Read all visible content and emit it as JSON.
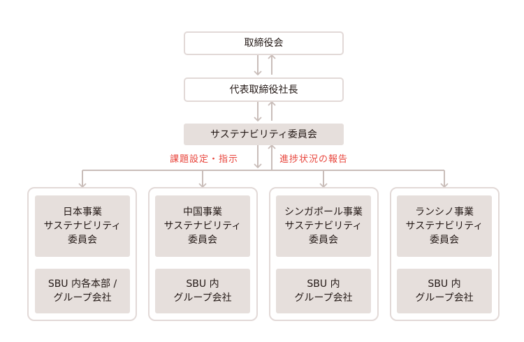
{
  "board": {
    "label": "取締役会"
  },
  "ceo": {
    "label": "代表取締役社長"
  },
  "committee": {
    "label": "サステナビリティ委員会"
  },
  "labels": {
    "down": "課題設定・指示",
    "up": "進捗状況の報告"
  },
  "regions": [
    {
      "committee_lines": [
        "日本事業",
        "サステナビリティ",
        "委員会"
      ],
      "sub_lines": [
        "SBU 内各本部 /",
        "グループ会社"
      ]
    },
    {
      "committee_lines": [
        "中国事業",
        "サステナビリティ",
        "委員会"
      ],
      "sub_lines": [
        "SBU 内",
        "グループ会社"
      ]
    },
    {
      "committee_lines": [
        "シンガポール事業",
        "サステナビリティ",
        "委員会"
      ],
      "sub_lines": [
        "SBU 内",
        "グループ会社"
      ]
    },
    {
      "committee_lines": [
        "ランシノ事業",
        "サステナビリティ",
        "委員会"
      ],
      "sub_lines": [
        "SBU 内",
        "グループ会社"
      ]
    }
  ],
  "colors": {
    "box_fill": "#e6dfdc",
    "border": "#e2d9d7",
    "arrow": "#c9bdb9",
    "accent": "#e8453c"
  }
}
